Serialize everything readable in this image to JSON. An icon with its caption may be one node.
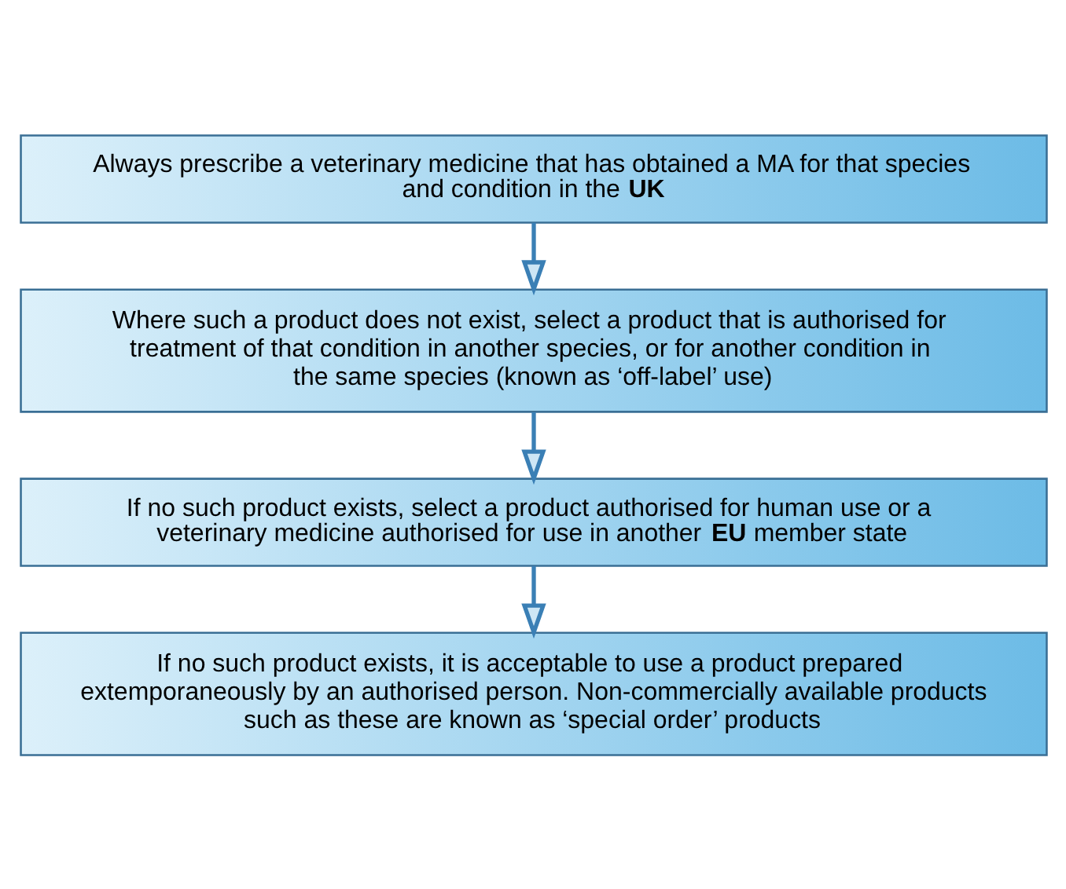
{
  "diagram": {
    "nodes": [
      {
        "text": [
          "Always prescribe a veterinary medicine that has obtained a MA for that species and condition in the **UK**"
        ]
      },
      {
        "text": [
          "Where such a product does not exist, select a product that is authorised for treatment of that condition in another species, or for another condition in the same species (known as ‘off-label’ use)"
        ]
      },
      {
        "text": [
          "If no such product exists, select a product authorised for human use or a veterinary medicine authorised for use in another **EU** member state"
        ]
      },
      {
        "text": [
          "If no such product exists, it is acceptable to use a product prepared extemporaneously by an authorised person. Non-commercially available products such as these are known as ‘special order’ products"
        ]
      }
    ],
    "edges": [
      {
        "from": 0,
        "to": 1,
        "arrow": "to"
      },
      {
        "from": 1,
        "to": 2,
        "arrow": "to"
      },
      {
        "from": 2,
        "to": 3,
        "arrow": "to"
      }
    ]
  }
}
